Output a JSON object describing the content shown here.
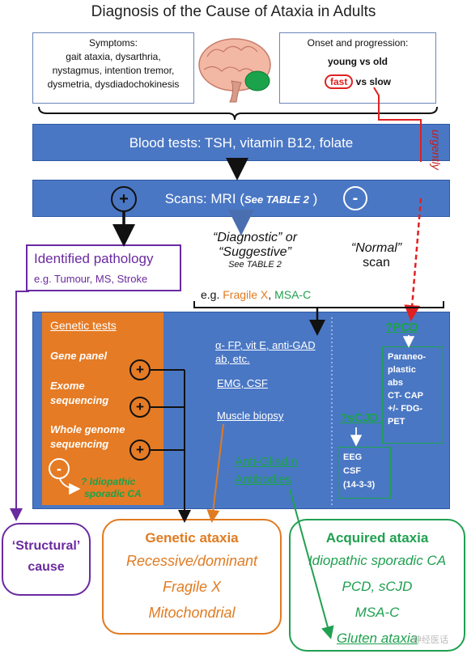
{
  "title": "Diagnosis of the Cause of Ataxia in Adults",
  "symptoms": {
    "heading": "Symptoms:",
    "lines": [
      "gait ataxia, dysarthria,",
      "nystagmus, intention tremor,",
      "dysmetria, dysdiadochokinesis"
    ]
  },
  "onset": {
    "heading": "Onset and progression:",
    "young_old": "young vs old",
    "fast": "fast",
    "vs_slow": "vs slow"
  },
  "urgently": "urgently",
  "blood_tests": "Blood tests: TSH, vitamin B12, folate",
  "scans": {
    "label": "Scans: MRI (",
    "see_table": "See TABLE 2",
    "close": " )",
    "plus": "+",
    "minus": "-"
  },
  "identified": {
    "title": "Identified pathology",
    "examples": "e.g.  Tumour, MS, Stroke"
  },
  "diagnostic": {
    "line1": "“Diagnostic” or",
    "line2": "“Suggestive”",
    "see": "See TABLE 2"
  },
  "normal_scan": {
    "line1": "“Normal”",
    "line2": "scan"
  },
  "eg": {
    "prefix": "e.g. ",
    "fragile": "Fragile X",
    "sep": ", ",
    "msa": "MSA-C"
  },
  "genetic_tests": {
    "heading": "Genetic tests",
    "gene_panel": "Gene panel",
    "exome_1": "Exome",
    "exome_2": "sequencing",
    "whole_1": "Whole genome",
    "whole_2": "sequencing",
    "plus": "+",
    "minus": "-",
    "idio_1": "? Idiopathic",
    "idio_2": "sporadic CA"
  },
  "middle_tests": {
    "line1": "α- FP, vit E, anti-GAD",
    "line2": "ab, etc.",
    "emg": "EMG, CSF",
    "muscle": "Muscle biopsy",
    "anti_1": "Anti-Gliadin",
    "anti_2": "Antibodies"
  },
  "pcd": {
    "label": "?PCD",
    "box": [
      "Paraneo-",
      "plastic",
      "abs",
      "CT- CAP",
      "+/- FDG-",
      "PET"
    ]
  },
  "scjd": {
    "label": "?sCJD",
    "box": [
      "EEG",
      "CSF",
      "(14-3-3)"
    ]
  },
  "structural": {
    "line1": "‘Structural’",
    "line2": "cause"
  },
  "genetic_ataxia": {
    "title": "Genetic ataxia",
    "items": [
      "Recessive/dominant",
      "Fragile X",
      "Mitochondrial"
    ]
  },
  "acquired_ataxia": {
    "title": "Acquired ataxia",
    "items": [
      "Idiopathic sporadic CA",
      "PCD, sCJD",
      "MSA-C",
      "Gluten ataxia"
    ]
  },
  "watermark": "神经医话",
  "colors": {
    "band": "#4a77c4",
    "orange": "#e07b22",
    "green": "#20a050",
    "purple": "#6a2aa0",
    "red": "#e02020"
  }
}
